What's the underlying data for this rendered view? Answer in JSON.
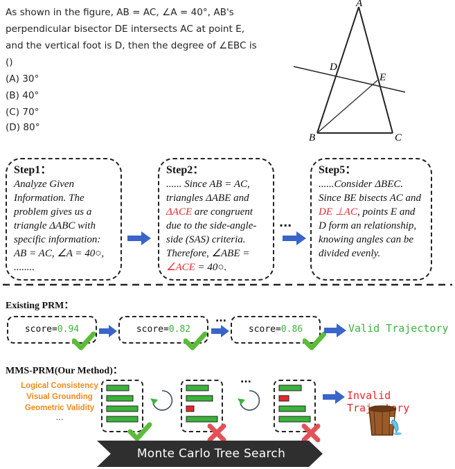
{
  "question": {
    "lines": [
      "As shown in the figure, AB = AC, ∠A = 40°, AB's",
      "perpendicular bisector DE intersects AC at point E,",
      "and the vertical foot is D, then the degree of ∠EBC is",
      "()"
    ],
    "options": [
      "(A) 30°",
      "(B) 40°",
      "(C) 70°",
      "(D) 80°"
    ]
  },
  "figure": {
    "labels": {
      "A": "A",
      "B": "B",
      "C": "C",
      "D": "D",
      "E": "E"
    }
  },
  "steps": [
    {
      "title": "Step1：",
      "segments": [
        {
          "t": "Analyze Given Information. The problem gives us a triangle ΔABC with specific information: AB = AC, ∠A = 40○, ........",
          "red": false
        }
      ]
    },
    {
      "title": "Step2：",
      "segments": [
        {
          "t": "...... Since AB = AC, triangles ΔABE and ",
          "red": false
        },
        {
          "t": "ΔACE",
          "red": true
        },
        {
          "t": " are congruent due to the side-angle-side (SAS) criteria. Therefore, ∠ABE = ",
          "red": false
        },
        {
          "t": "∠ACE",
          "red": true
        },
        {
          "t": " = 40○.",
          "red": false
        }
      ]
    },
    {
      "title": "Step5：",
      "segments": [
        {
          "t": "......Consider ΔBEC. Since BE bisects AC and ",
          "red": false
        },
        {
          "t": "DE ⊥AC",
          "red": true
        },
        {
          "t": ", points E and D form an relationship, knowing angles can be divided evenly.",
          "red": false
        }
      ]
    }
  ],
  "ellipsis": "...",
  "existing_prm": {
    "label": "Existing PRM：",
    "score_prefix": "score=",
    "scores": [
      "0.94",
      "0.82",
      "0.86"
    ],
    "result": "Valid Trajectory"
  },
  "mms_prm": {
    "label": "MMS-PRM(Our Method)：",
    "criteria": [
      "Logical Consistency",
      "Visual Grounding",
      "Geometric Validity",
      "…"
    ],
    "result": "Invalid Trajectory",
    "search_label": "Monte Carlo Tree Search"
  },
  "colors": {
    "green": "#3bb33b",
    "red": "#e5272d",
    "blue": "#3a64c8",
    "orange": "#f08a1c",
    "bar_green": "#3bb33b",
    "bar_red": "#e5272d"
  }
}
